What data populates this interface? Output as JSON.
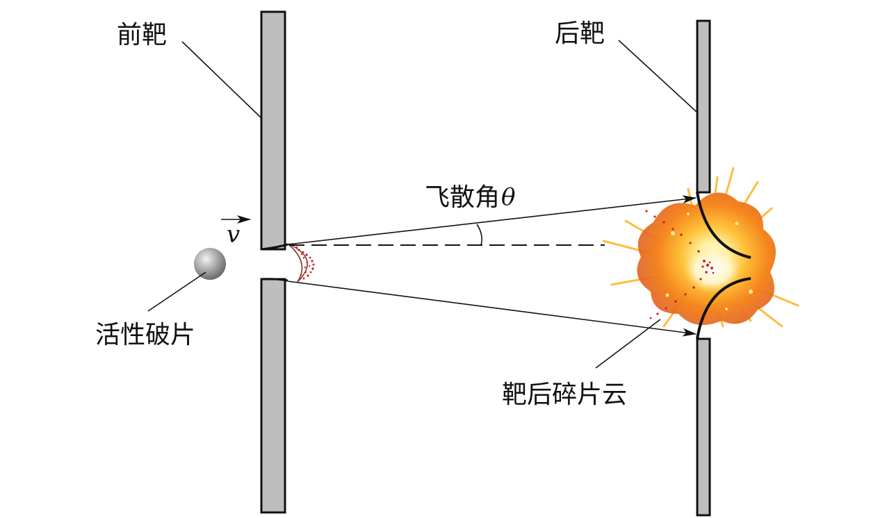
{
  "labels": {
    "front_target": "前靶",
    "rear_target": "后靶",
    "projectile": "活性破片",
    "debris_cloud": "靶后碎片云",
    "scatter_angle_prefix": "飞散角",
    "scatter_angle_symbol": "θ",
    "velocity_symbol": "v"
  },
  "colors": {
    "plate_fill": "#bebebe",
    "outline": "#111111",
    "fireball_core": "#fff6c8",
    "fireball_mid": "#ffb020",
    "fireball_outer": "#e8581a",
    "debris_red": "#d42020"
  },
  "icons": {
    "projectile": "sphere-icon",
    "velocity": "arrow-right-icon",
    "explosion": "explosion-icon"
  }
}
